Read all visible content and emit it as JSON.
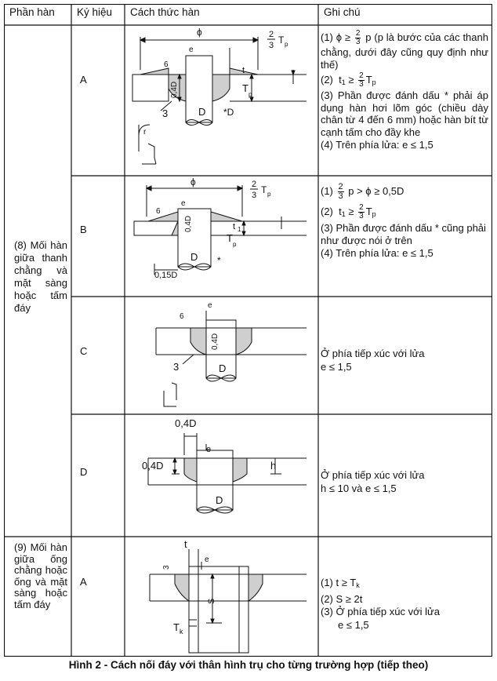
{
  "header": {
    "col1": "Phần hàn",
    "col2": "Ký hiệu",
    "col3": "Cách thức hàn",
    "col4": "Ghi chú"
  },
  "groups": {
    "g8": "(8) Mối hàn giữa thanh chằng và mặt sàng hoặc tấm đáy",
    "g9": "(9) Mối hàn giữa ống chằng hoặc ống và mặt sàng hoặc tấm đáy"
  },
  "symbols": {
    "a": "A",
    "b": "B",
    "c": "C",
    "d": "D",
    "a2": "A"
  },
  "labels": {
    "phi": "ϕ",
    "tp": "T",
    "p_sub": "p",
    "two": "2",
    "three": "3",
    "six": "6",
    "e": "e",
    "zero4d": "0,4D",
    "dd": "D",
    "star_d": "*D",
    "t": "t",
    "t1": "t",
    "one": "1",
    "r": "r",
    "star": "*",
    "zero15d": "0,15D",
    "h": "h",
    "s": "S",
    "tk": "T",
    "k": "k"
  },
  "notes": {
    "a": {
      "n1a": "(1)",
      "n1b": "ϕ ≥",
      "n1c": "p  (p là bước của các thanh chằng, dưới đây cũng quy định như thế)",
      "n2a": "(2)",
      "n2b": "t",
      "n2c": "≥",
      "n2d": "T",
      "n3": "(3) Phần được đánh dấu * phải áp dụng hàn hơi lõm góc (chiều dày chân từ 4 đến 6 mm) hoặc hàn bít từ cạnh tấm cho đầy khe",
      "n4": "(4) Trên phía lửa: e ≤ 1,5"
    },
    "b": {
      "n1a": "(1)",
      "n1b": "p > ϕ ≥ 0,5D",
      "n2a": "(2)",
      "n2b": "t",
      "n2c": "≥",
      "n2d": "T",
      "n3": "(3) Phần được đánh dấu * cũng phải như được nói ở trên",
      "n4": "(4) Trên phía lửa: e ≤ 1,5"
    },
    "c": {
      "l1": "Ở phía tiếp xúc với lửa",
      "l2": "e ≤ 1,5"
    },
    "d": {
      "l1": "Ở phía tiếp xúc với lửa",
      "l2": "h ≤ 10 và e ≤ 1,5"
    },
    "a2": {
      "l1": "(1) t ≥ T",
      "l1k": "k",
      "l2": "(2) S ≥ 2t",
      "l3": "(3) Ở phía tiếp xúc với lửa",
      "l4": "e ≤ 1,5"
    }
  },
  "caption": "Hình 2 - Cách nối đáy với thân hình trụ cho từng trường hợp (tiếp theo)"
}
